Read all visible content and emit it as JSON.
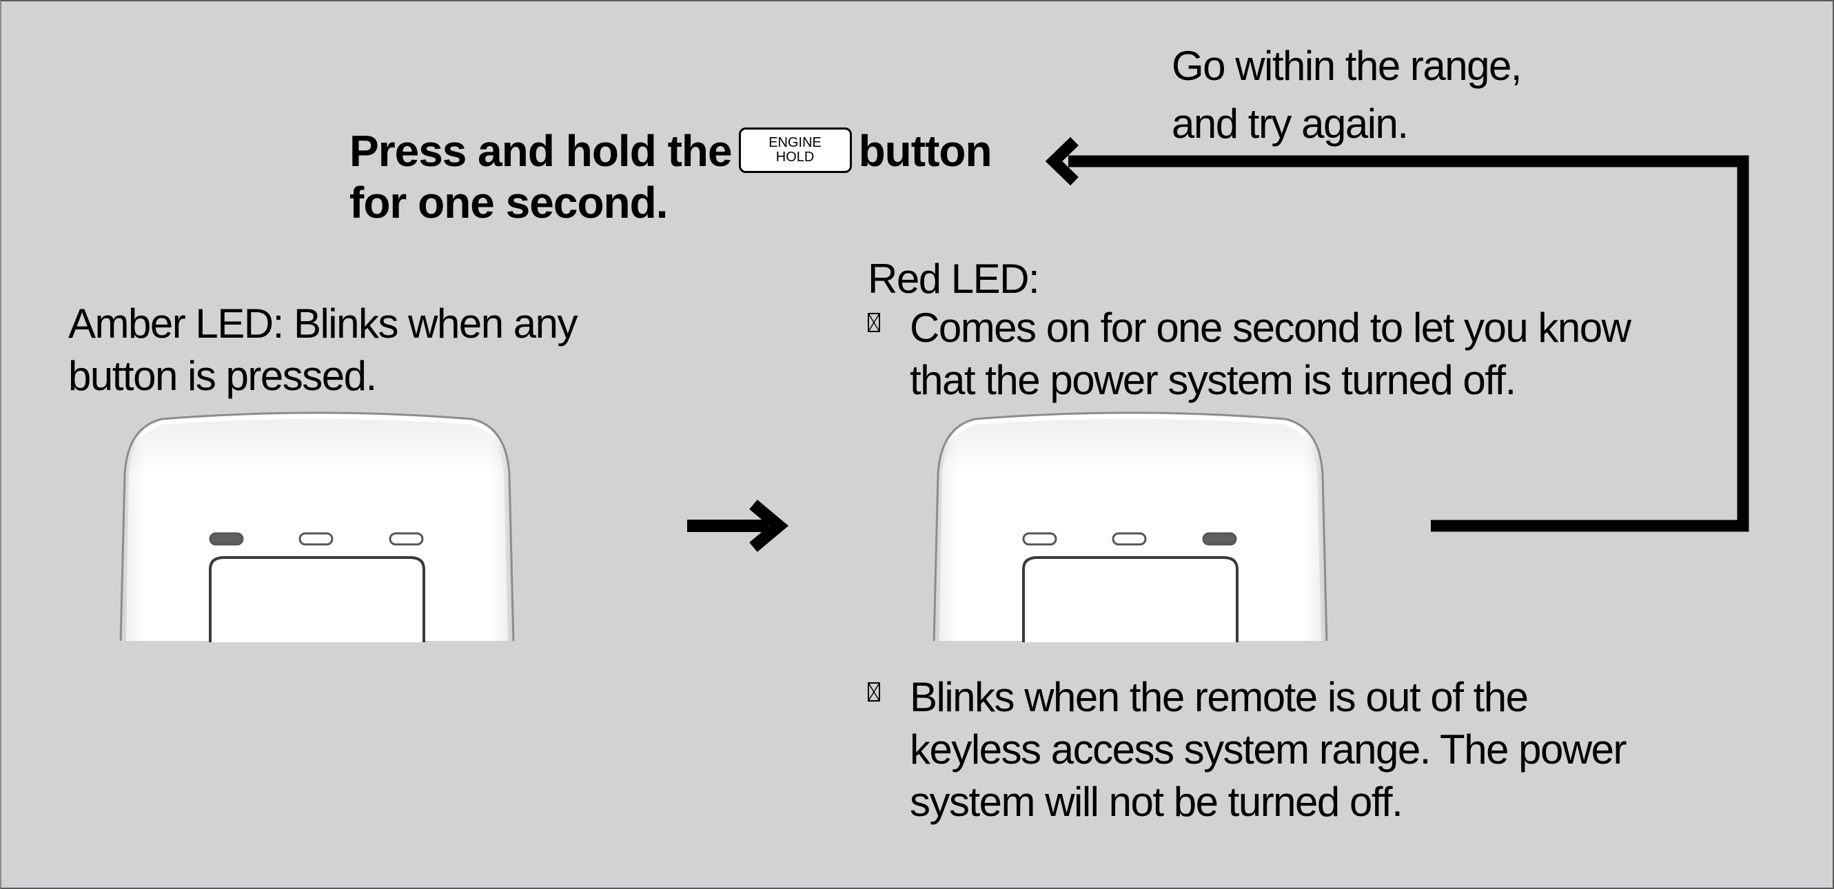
{
  "instruction": {
    "before_button": "Press and hold the",
    "after_button": "button",
    "line2": "for one second."
  },
  "engine_button": {
    "line1": "ENGINE",
    "line2": "HOLD"
  },
  "retry_note": {
    "line1": "Go within the range,",
    "line2": "and try again."
  },
  "amber_led_note": {
    "line1": "Amber LED: Blinks when any",
    "line2": "button is pressed."
  },
  "red_led": {
    "title": "Red LED:",
    "bullets": [
      {
        "lines": [
          "Comes on for one second to let you know",
          "that the power system is turned off."
        ]
      },
      {
        "lines": [
          "Blinks when the remote is out of the",
          "keyless access system range. The power",
          "system will not be turned off."
        ]
      }
    ]
  },
  "remotes": [
    {
      "label": "remote-amber-state",
      "leds": [
        "on",
        "off",
        "off"
      ]
    },
    {
      "label": "remote-red-state",
      "leds": [
        "off",
        "off",
        "on"
      ]
    }
  ],
  "colors": {
    "background": "#d1d2d4",
    "led_on": "#5f5f5f",
    "led_off": "#ffffff",
    "arrow": "#000000"
  }
}
